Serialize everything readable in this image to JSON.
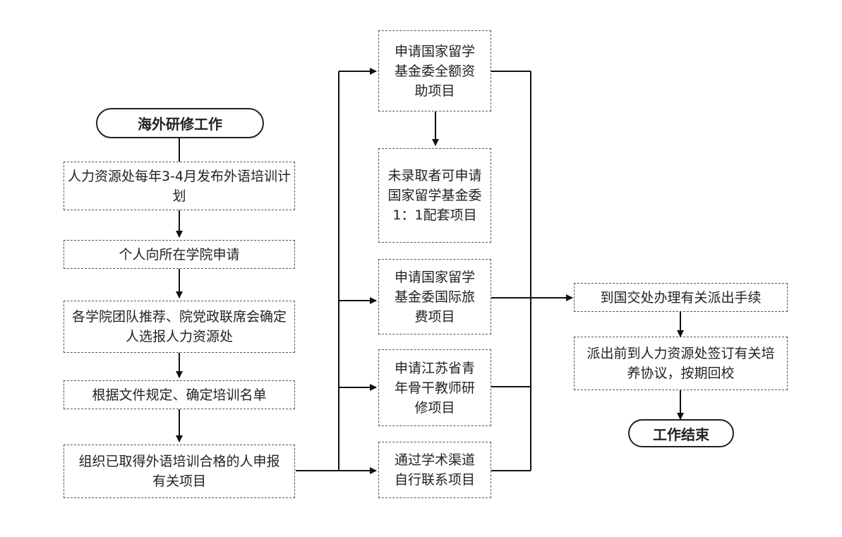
{
  "start": "海外研修工作",
  "end": "工作结束",
  "steps": {
    "plan": "人力资源处每年3-4月发布外语培训计划",
    "apply": "个人向所在学院申请",
    "recommend": "各学院团队推荐、院党政联席会确定人选报人力资源处",
    "list": "根据文件规定、确定培训名单",
    "organize": "组织已取得外语培训合格的人申报有关项目"
  },
  "projects": {
    "full_funding": "申请国家留学基金委全额资助项目",
    "matching": "未录取者可申请国家留学基金委1：1配套项目",
    "travel": "申请国家留学基金委国际旅费项目",
    "jiangsu": "申请江苏省青年骨干教师研修项目",
    "academic": "通过学术渠道自行联系项目"
  },
  "after": {
    "procedures": "到国交处办理有关派出手续",
    "agreement": "派出前到人力资源处签订有关培养协议，按期回校"
  }
}
